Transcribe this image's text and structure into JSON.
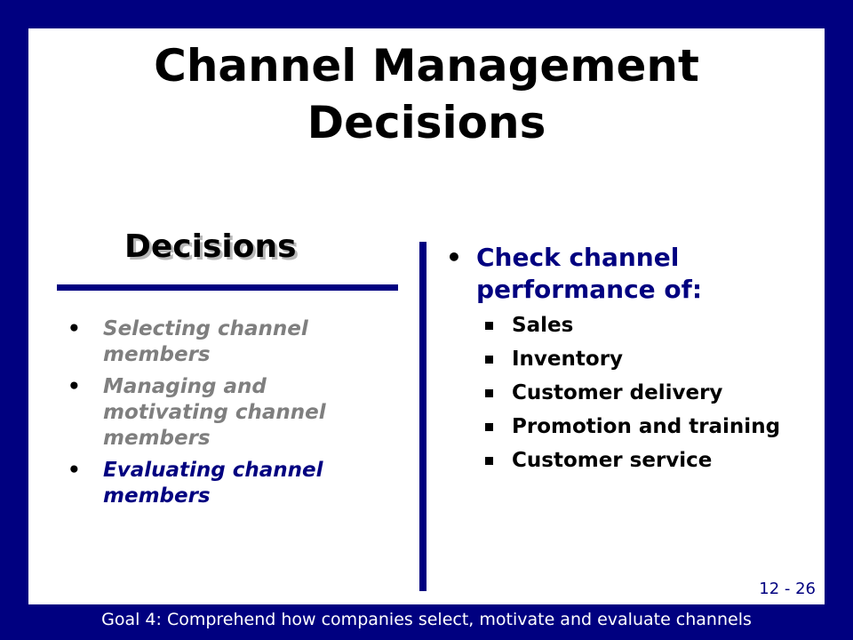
{
  "title_lines": [
    "Channel Management",
    "Decisions"
  ],
  "left": {
    "heading": "Decisions",
    "items": [
      {
        "text": "Selecting channel members",
        "state": "inactive"
      },
      {
        "text": "Managing and motivating channel members",
        "state": "inactive"
      },
      {
        "text": "Evaluating channel members",
        "state": "active"
      }
    ]
  },
  "right": {
    "main": "Check channel performance of:",
    "items": [
      "Sales",
      "Inventory",
      "Customer delivery",
      "Promotion and training",
      "Customer service"
    ]
  },
  "bullet": "•",
  "page_number": "12 - 26",
  "footer": "Goal 4:  Comprehend how companies select, motivate and evaluate channels",
  "colors": {
    "frame": "#000080",
    "inactive_text": "#7f7f7f",
    "active_text": "#000080"
  }
}
